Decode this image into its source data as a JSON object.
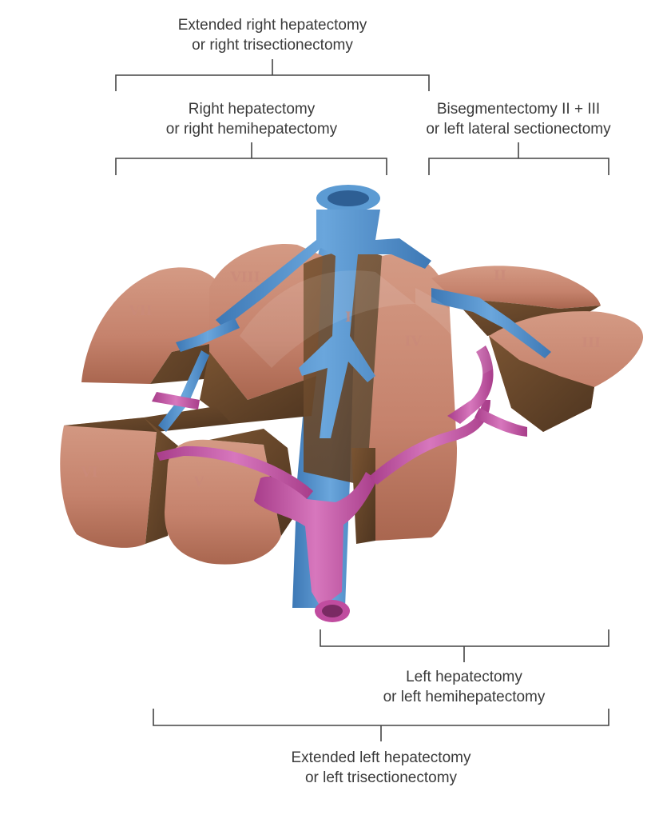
{
  "labels": {
    "extended_right": {
      "line1": "Extended right hepatectomy",
      "line2": "or right trisectionectomy"
    },
    "right": {
      "line1": "Right hepatectomy",
      "line2": "or right hemihepatectomy"
    },
    "bisegmentectomy": {
      "line1": "Bisegmentectomy II + III",
      "line2": "or left lateral sectionectomy"
    },
    "left": {
      "line1": "Left hepatectomy",
      "line2": "or left hemihepatectomy"
    },
    "extended_left": {
      "line1": "Extended left hepatectomy",
      "line2": "or left trisectionectomy"
    }
  },
  "segments": {
    "I": "I",
    "II": "II",
    "III": "III",
    "IV": "IV",
    "V": "V",
    "VI": "VI",
    "VII": "VII",
    "VIII": "VIII"
  },
  "colors": {
    "liver": "#c98870",
    "liver_cut": "#6b4a2c",
    "hepatic_vein": "#4f8fc8",
    "portal_vein": "#c04c9f",
    "bracket": "#444444"
  }
}
